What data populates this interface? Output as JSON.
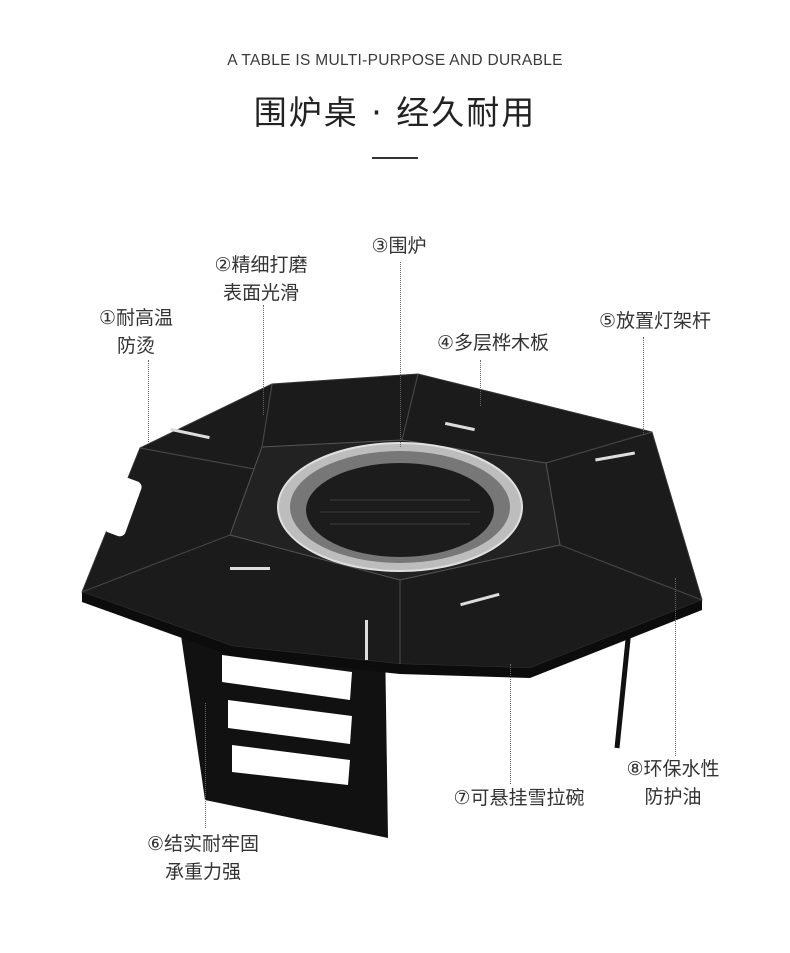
{
  "header": {
    "subtitle": "A TABLE IS MULTI-PURPOSE AND DURABLE",
    "title": "围炉桌 · 经久耐用"
  },
  "features": [
    {
      "lines": [
        "①耐高温",
        "防烫"
      ]
    },
    {
      "lines": [
        "②精细打磨",
        "表面光滑"
      ]
    },
    {
      "lines": [
        "③围炉"
      ]
    },
    {
      "lines": [
        "④多层桦木板"
      ]
    },
    {
      "lines": [
        "⑤放置灯架杆"
      ]
    },
    {
      "lines": [
        "⑥结实耐牢固",
        "承重力强"
      ]
    },
    {
      "lines": [
        "⑦可悬挂雪拉碗"
      ]
    },
    {
      "lines": [
        "⑧环保水性",
        "防护油"
      ]
    }
  ],
  "colors": {
    "table": "#1a1a1a",
    "ring": "#c8c8c8",
    "text": "#333333"
  }
}
